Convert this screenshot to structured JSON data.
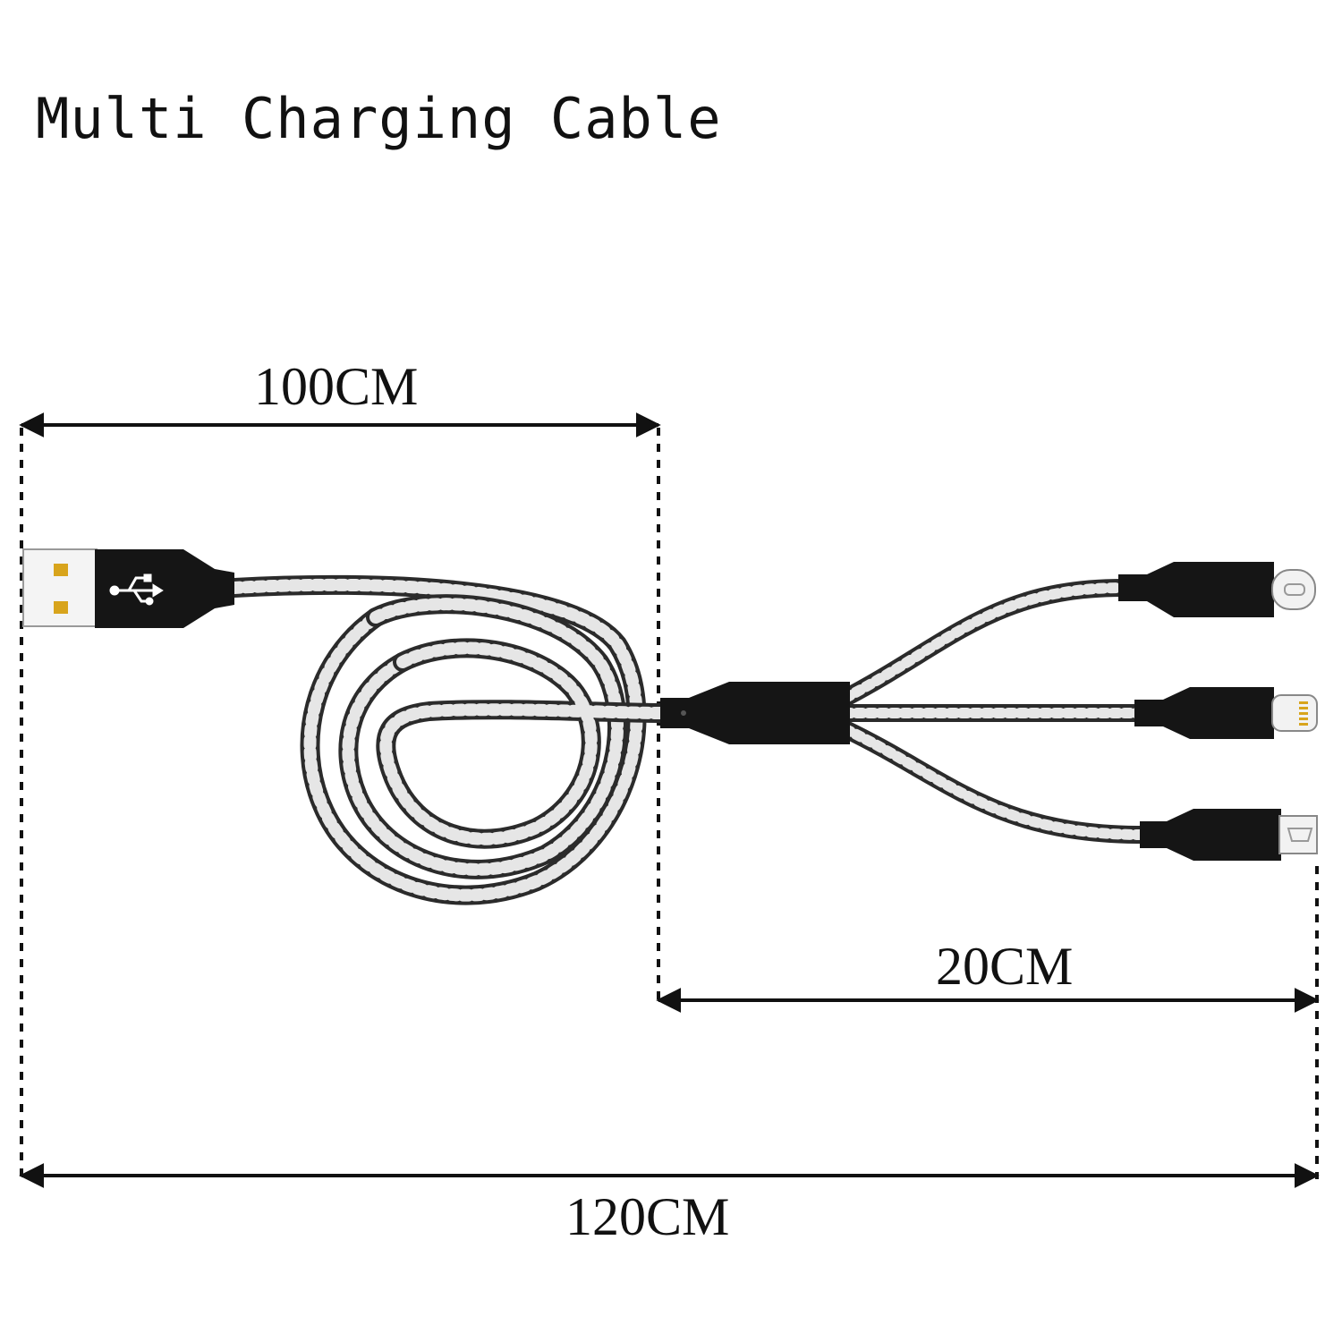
{
  "title": "Multi Charging Cable",
  "dimensions": {
    "cable_main": "100CM",
    "split_length": "20CM",
    "total_length": "120CM"
  },
  "connectors": {
    "usb_a": "usb-a-plug",
    "type_c": "usb-c-plug",
    "lightning": "lightning-plug",
    "micro_usb": "micro-usb-plug"
  },
  "colors": {
    "braid_dark": "#2b2b2b",
    "braid_light": "#e6e6e6",
    "connector": "#151515",
    "dimension_line": "#111111",
    "usb_contacts": "#d8a41c"
  }
}
